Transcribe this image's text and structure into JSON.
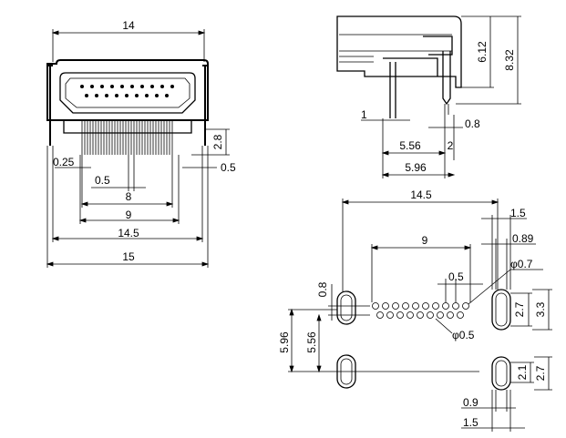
{
  "front_view": {
    "width_top": "14",
    "height_2_8": "2.8",
    "pin_offset": "0.25",
    "edge_gap": "0.5",
    "pitch": "0.5",
    "pin_span_8": "8",
    "span_9": "9",
    "span_14_5": "14.5",
    "width_15": "15"
  },
  "side_view": {
    "h_6_12": "6.12",
    "h_8_32": "8.32",
    "d_1": "1",
    "d_0_8": "0.8",
    "d_5_56": "5.56",
    "d_2": "2",
    "d_5_96": "5.96"
  },
  "footprint": {
    "w_14_5": "14.5",
    "w_1_5_top": "1.5",
    "w_0_89": "0.89",
    "dia_0_7": "φ0.7",
    "span_9": "9",
    "pitch_0_5": "0.5",
    "v_0_8": "0.8",
    "h_2_7_a": "2.7",
    "h_3_3": "3.3",
    "dia_0_5": "φ0.5",
    "v_5_96": "5.96",
    "v_5_56": "5.56",
    "h_2_1": "2.1",
    "h_2_7_b": "2.7",
    "w_0_9": "0.9",
    "w_1_5_bottom": "1.5"
  }
}
